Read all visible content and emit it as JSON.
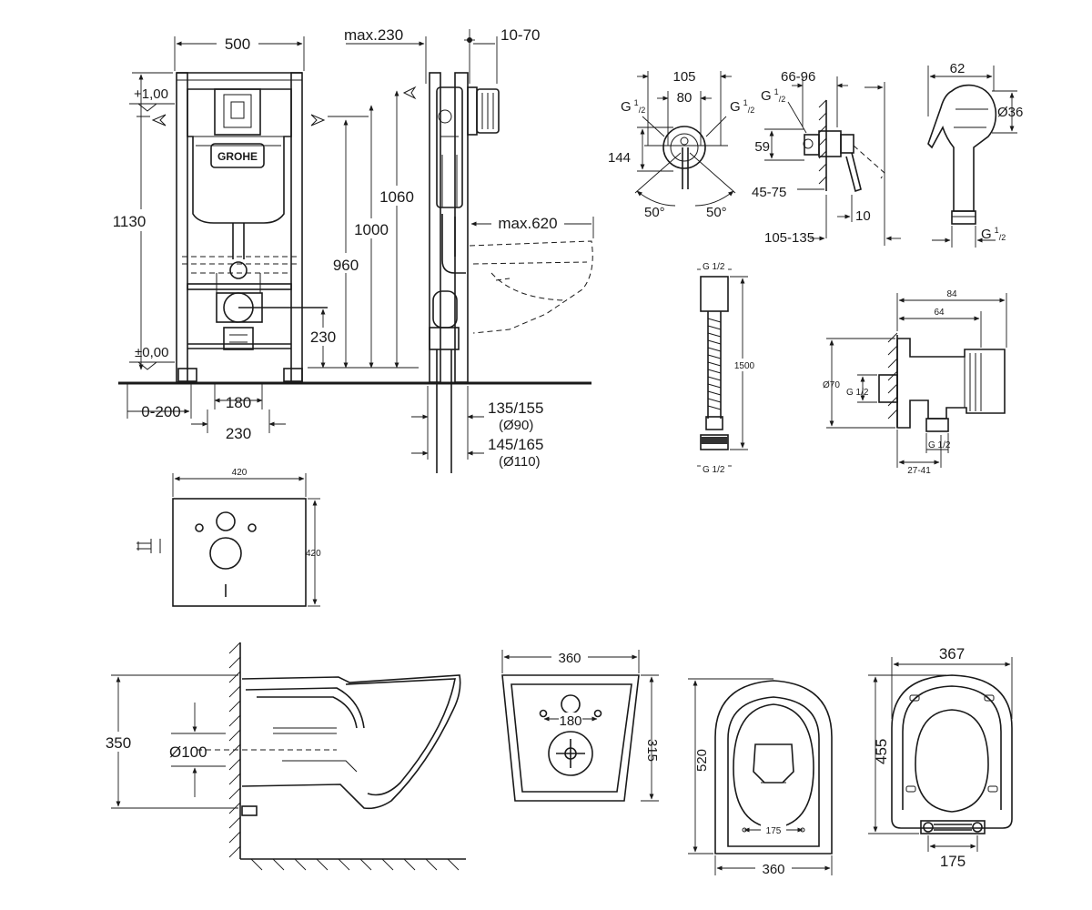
{
  "frame": {
    "width": "500",
    "height": "1130",
    "plus": "+1,00",
    "zero": "±0,00",
    "h1060": "1060",
    "h1000": "1000",
    "h960": "960",
    "h230": "230",
    "w180": "180",
    "w230": "230",
    "wall": "0-200",
    "brand": "GROHE"
  },
  "side": {
    "max230": "max.230",
    "r1070": "10-70",
    "max620": "max.620",
    "d135": "135/155",
    "d90": "(Ø90)",
    "d145": "145/165",
    "d110": "(Ø110)"
  },
  "mixer": {
    "w105": "105",
    "w80": "80",
    "g1": "G",
    "g1sup": "1",
    "g1sub": "/2",
    "g2": "G",
    "g2sup": "1",
    "g2sub": "/2",
    "h144": "144",
    "a50l": "50°",
    "a50r": "50°",
    "w6696": "66-96",
    "g3": "G",
    "g3sup": "1",
    "g3sub": "/2",
    "h59": "59",
    "r4575": "45-75",
    "d10": "10",
    "r105135": "105-135"
  },
  "shower": {
    "w62": "62",
    "d36": "Ø36",
    "g": "G",
    "gsup": "1",
    "gsub": "/2"
  },
  "hose": {
    "top": "G 1/2",
    "len": "1500",
    "bot": "G 1/2"
  },
  "elbow": {
    "w84": "84",
    "w64": "64",
    "d70": "Ø70",
    "g1": "G 1/2",
    "g2": "G 1/2",
    "r2741": "27-41"
  },
  "pad": {
    "w": "420",
    "h": "420"
  },
  "bowl": {
    "h350": "350",
    "d100": "Ø100"
  },
  "top": {
    "w360": "360",
    "c180": "180",
    "h315": "315"
  },
  "plan": {
    "h520": "520",
    "c175": "175",
    "w360": "360"
  },
  "seat": {
    "w367": "367",
    "h455": "455",
    "c175": "175"
  }
}
